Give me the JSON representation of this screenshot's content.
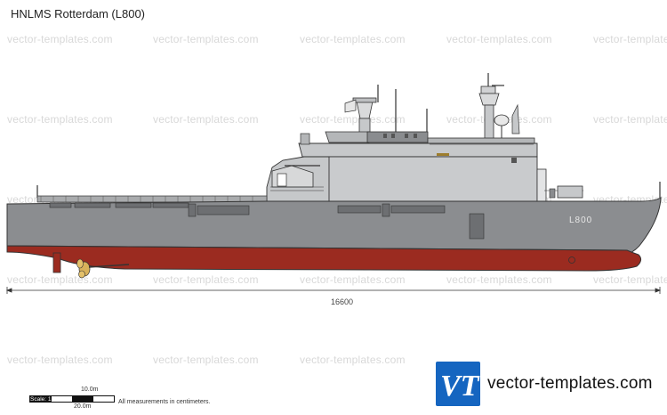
{
  "title": "HNLMS Rotterdam (L800)",
  "watermark": "vector-templates.com",
  "hull_marking": "L800",
  "length_label": "16600",
  "scale": {
    "top_label": "10.0m",
    "bottom_label": "20.0m",
    "bar_label": "Scale: 1:500"
  },
  "note": "All measurements in centimeters.",
  "brand": {
    "name": "vector-templates.com",
    "logo_letters": "VT"
  },
  "colors": {
    "hull_grey": "#8b8d90",
    "superstructure_grey": "#c6c8ca",
    "antifouling_red": "#9b2b20",
    "logo_blue": "#1565c0"
  }
}
